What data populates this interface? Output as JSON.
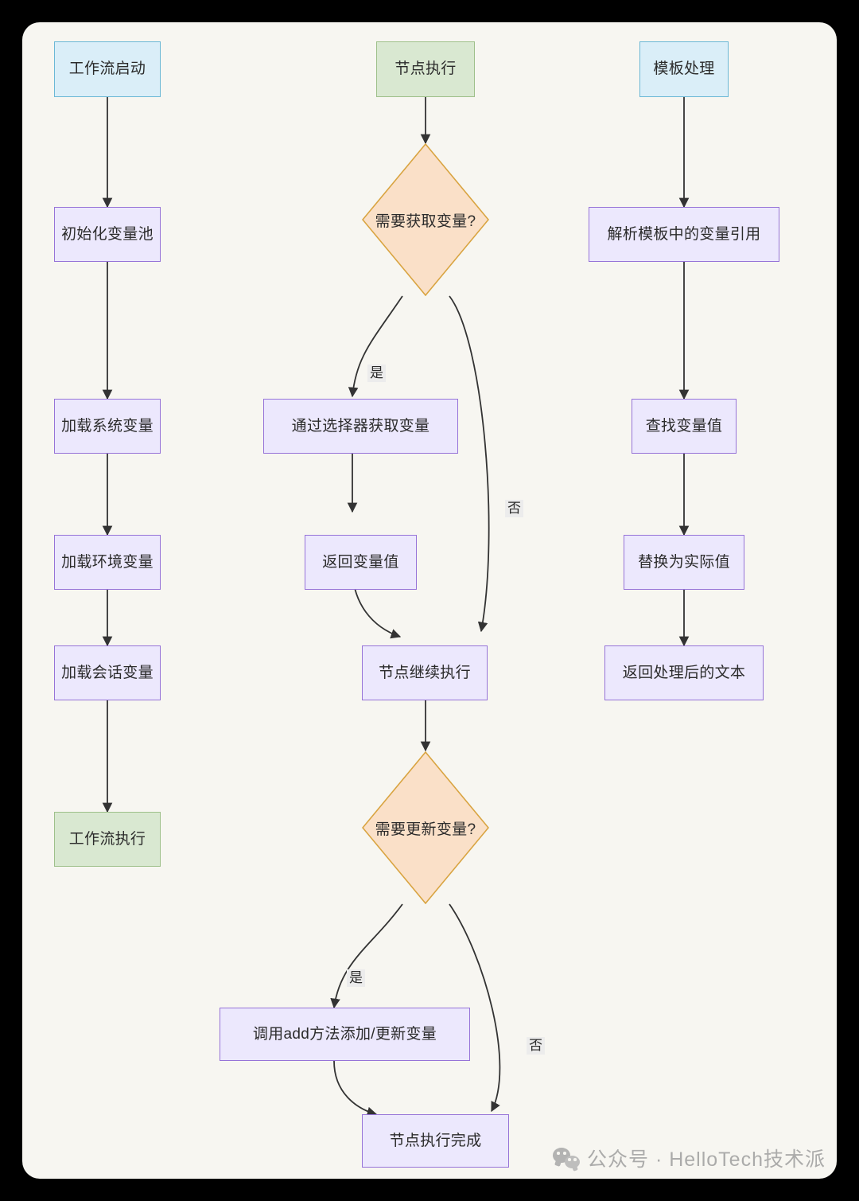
{
  "diagram": {
    "type": "flowchart",
    "title": "",
    "background": "#f7f6f1",
    "outer_background": "#000000",
    "palette": {
      "start_fill": "#daeef8",
      "start_border": "#6bb8d6",
      "process_fill": "#ece8fd",
      "process_border": "#9673d8",
      "terminal_fill": "#d9e8d1",
      "terminal_border": "#9ec08a",
      "decision_fill": "#fae0c8",
      "decision_border": "#d9a441",
      "edge_color": "#333333",
      "edge_label_bg": "#ececec"
    },
    "columns": [
      {
        "id": "col-workflow",
        "nodes": [
          {
            "id": "n1",
            "label": "工作流启动",
            "shape": "rect",
            "style": "start"
          },
          {
            "id": "n2",
            "label": "初始化变量池",
            "shape": "rect",
            "style": "process"
          },
          {
            "id": "n3",
            "label": "加载系统变量",
            "shape": "rect",
            "style": "process"
          },
          {
            "id": "n4",
            "label": "加载环境变量",
            "shape": "rect",
            "style": "process"
          },
          {
            "id": "n5",
            "label": "加载会话变量",
            "shape": "rect",
            "style": "process"
          },
          {
            "id": "n6",
            "label": "工作流执行",
            "shape": "rect",
            "style": "terminal"
          }
        ]
      },
      {
        "id": "col-node-exec",
        "nodes": [
          {
            "id": "m1",
            "label": "节点执行",
            "shape": "rect",
            "style": "terminal"
          },
          {
            "id": "m2",
            "label": "需要获取变量?",
            "shape": "diamond",
            "style": "decision"
          },
          {
            "id": "m3",
            "label": "通过选择器获取变量",
            "shape": "rect",
            "style": "process"
          },
          {
            "id": "m4",
            "label": "返回变量值",
            "shape": "rect",
            "style": "process"
          },
          {
            "id": "m5",
            "label": "节点继续执行",
            "shape": "rect",
            "style": "process"
          },
          {
            "id": "m6",
            "label": "需要更新变量?",
            "shape": "diamond",
            "style": "decision"
          },
          {
            "id": "m7",
            "label": "调用add方法添加/更新变量",
            "shape": "rect",
            "style": "process"
          },
          {
            "id": "m8",
            "label": "节点执行完成",
            "shape": "rect",
            "style": "process"
          }
        ]
      },
      {
        "id": "col-template",
        "nodes": [
          {
            "id": "t1",
            "label": "模板处理",
            "shape": "rect",
            "style": "start"
          },
          {
            "id": "t2",
            "label": "解析模板中的变量引用",
            "shape": "rect",
            "style": "process"
          },
          {
            "id": "t3",
            "label": "查找变量值",
            "shape": "rect",
            "style": "process"
          },
          {
            "id": "t4",
            "label": "替换为实际值",
            "shape": "rect",
            "style": "process"
          },
          {
            "id": "t5",
            "label": "返回处理后的文本",
            "shape": "rect",
            "style": "process"
          }
        ]
      }
    ],
    "edge_labels": {
      "decision1_yes": "是",
      "decision1_no": "否",
      "decision2_yes": "是",
      "decision2_no": "否"
    }
  },
  "watermark": {
    "text": "公众号 · HelloTech技术派",
    "icon": "wechat-icon"
  }
}
